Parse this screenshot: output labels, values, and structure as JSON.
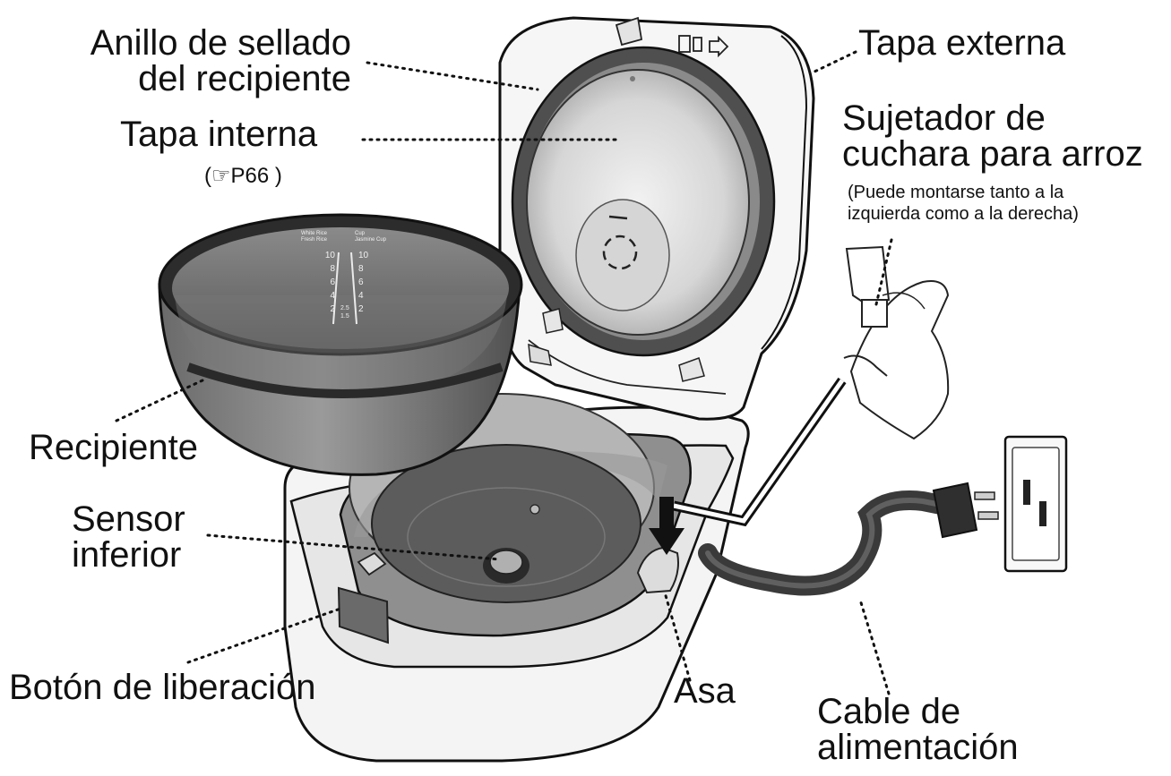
{
  "labels": {
    "seal_ring": [
      "Anillo de sellado",
      "del recipiente"
    ],
    "inner_lid": "Tapa interna",
    "inner_lid_ref": "(☞P66 )",
    "outer_lid": "Tapa externa",
    "spoon_holder": [
      "Sujetador de",
      "cuchara para arroz"
    ],
    "spoon_holder_note": [
      "(Puede montarse tanto a la",
      "izquierda como a la derecha)"
    ],
    "pot": "Recipiente",
    "bottom_sensor": [
      "Sensor",
      "inferior"
    ],
    "release_button": "Botón de liberación",
    "handle": "Asa",
    "power_cord": [
      "Cable de",
      "alimentación"
    ]
  },
  "scale_marks": {
    "left_header": [
      "White Rice",
      "Fresh Rice"
    ],
    "right_header": [
      "Cup",
      "Jasmine Cup"
    ],
    "left_numbers": [
      "10",
      "8",
      "6",
      "4",
      "2"
    ],
    "right_numbers": [
      "10",
      "8",
      "6",
      "4",
      "2"
    ],
    "mid_numbers": [
      "2.5",
      "1.5"
    ]
  },
  "colors": {
    "ink": "#111111",
    "pot_interior": "#4a4a4a",
    "pot_rim": "#2f2f2f",
    "lid_metal": "#d9d9d9",
    "gasket": "#5a5a5a",
    "body_fill": "#f4f4f4",
    "cord": "#3a3a3a"
  }
}
